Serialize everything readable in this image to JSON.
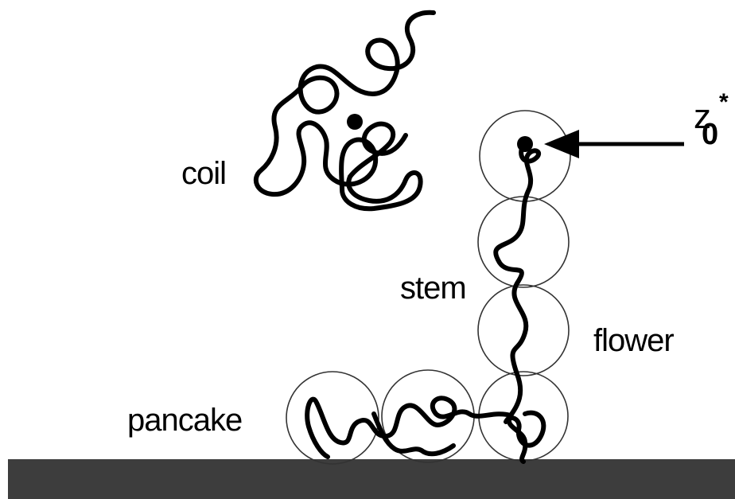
{
  "labels": {
    "coil": "coil",
    "stem": "stem",
    "flower": "flower",
    "pancake": "pancake",
    "marker_z": "z",
    "marker_superscript": "*",
    "marker_subscript": "0"
  },
  "colors": {
    "background": "#ffffff",
    "chain": "#000000",
    "blob_outline": "#333333",
    "surface": "#3d3d3d"
  }
}
